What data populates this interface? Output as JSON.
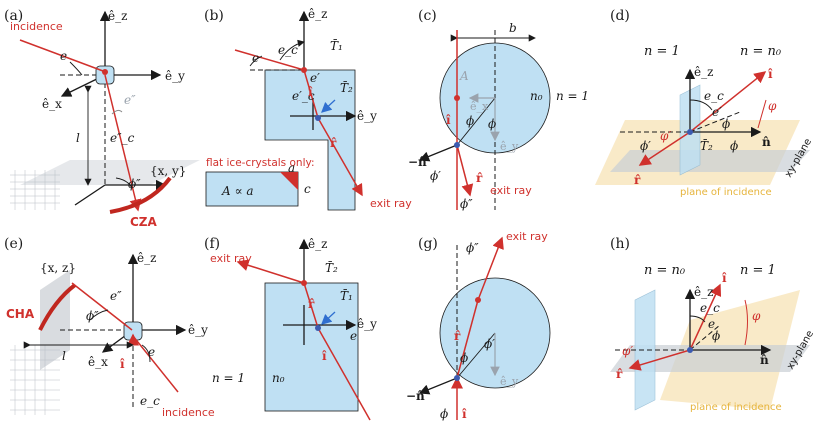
{
  "panels": {
    "a": {
      "label": "(a)",
      "incidence": "incidence",
      "ez": "ê_z",
      "ey": "ê_y",
      "ex": "ê_x",
      "e": "e",
      "e2": "e″",
      "ec2": "e″_c",
      "l": "l",
      "phi2": "ϕ″",
      "xy": "{x, y}",
      "cza": "CZA"
    },
    "b": {
      "label": "(b)",
      "ez": "ê_z",
      "ey": "ê_y",
      "e": "e",
      "ec": "e_c",
      "T1": "T̄₁",
      "T2": "T̄₂",
      "e1": "e′",
      "ec1": "e′_c",
      "i": "î",
      "r": "r̂",
      "flat": "flat ice-crystals only:",
      "a": "a",
      "A": "A ∝ a",
      "c": "c",
      "exit": "exit ray"
    },
    "c": {
      "label": "(c)",
      "b": "b",
      "A": "A",
      "n0": "n₀",
      "n1": "n = 1",
      "ex": "ê_x",
      "ey": "ê_y",
      "phi": "ϕ",
      "phi1": "ϕ′",
      "phi2": "ϕ″",
      "i": "î",
      "r": "r̂",
      "nn": "−n̂",
      "exit": "exit ray"
    },
    "d": {
      "label": "(d)",
      "n1": "n = 1",
      "n0": "n = n₀",
      "ez": "ê_z",
      "ec": "e_c",
      "e1": "e′",
      "phi": "ϕ",
      "phi1": "ϕ′",
      "phi2": "ϕ",
      "vphi": "φ",
      "vphi1": "φ′",
      "T2": "T̄₂",
      "i": "î",
      "r": "r̂",
      "n": "n̂",
      "xy": "xy-plane",
      "poi": "plane of incidence"
    },
    "e": {
      "label": "(e)",
      "xz": "{x, z}",
      "ez": "ê_z",
      "ey": "ê_y",
      "ex": "ê_x",
      "cha": "CHA",
      "e2": "e″",
      "phi2": "ϕ″",
      "l": "l",
      "e": "e",
      "i": "î",
      "ec": "e_c",
      "incidence": "incidence"
    },
    "f": {
      "label": "(f)",
      "exit": "exit ray",
      "ez": "ê_z",
      "ey": "ê_y",
      "T2": "T̄₂",
      "T1": "T̄₁",
      "r": "r̂",
      "i": "î",
      "e": "e",
      "n1": "n = 1",
      "n0": "n₀"
    },
    "g": {
      "label": "(g)",
      "phi2": "ϕ″",
      "exit": "exit ray",
      "phi1": "ϕ′",
      "r": "r̂",
      "phi": "ϕ",
      "ey": "ê_y",
      "nn": "−n̂",
      "i": "î"
    },
    "h": {
      "label": "(h)",
      "n0": "n = n₀",
      "n1": "n = 1",
      "ez": "ê_z",
      "ec": "e_c",
      "e": "e",
      "phi": "ϕ",
      "vphi": "φ",
      "vphi1": "φ′",
      "i": "î",
      "r": "r̂",
      "n": "n̂",
      "xy": "xy-plane",
      "poi": "plane of incidence"
    }
  },
  "colors": {
    "ray": "#d0312d",
    "crystal": "#bfe0f3",
    "plane": "#f7e3b5",
    "gray": "#c9ced4",
    "blue": "#2f6fd0"
  }
}
